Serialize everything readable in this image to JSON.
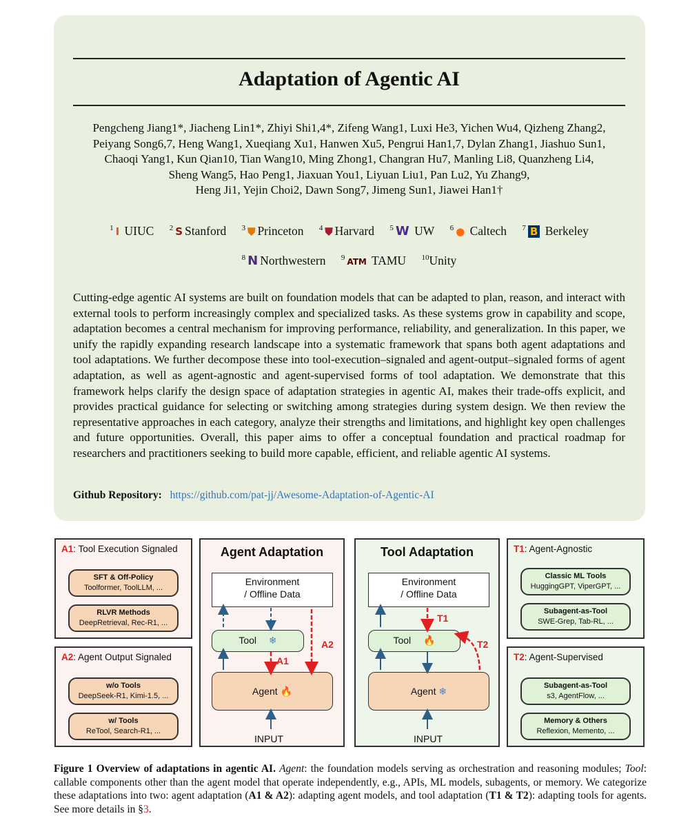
{
  "title": "Adaptation of Agentic AI",
  "authors": [
    "Pengcheng Jiang1*, Jiacheng Lin1*, Zhiyi Shi1,4*, Zifeng Wang1, Luxi He3, Yichen Wu4, Qizheng Zhang2,",
    "Peiyang Song6,7, Heng Wang1, Xueqiang Xu1, Hanwen Xu5, Pengrui Han1,7, Dylan Zhang1, Jiashuo Sun1,",
    "Chaoqi Yang1, Kun Qian10, Tian Wang10, Ming Zhong1, Changran Hu7, Manling Li8, Quanzheng Li4,",
    "Sheng Wang5, Hao Peng1, Jiaxuan You1, Liyuan Liu1, Pan Lu2, Yu Zhang9,",
    "Heng Ji1, Yejin Choi2, Dawn Song7, Jimeng Sun1, Jiawei Han1†"
  ],
  "affiliations": [
    {
      "num": "1",
      "name": "UIUC",
      "logo": "I",
      "color": "#e2581e"
    },
    {
      "num": "2",
      "name": "Stanford",
      "logo": "S",
      "color": "#8c1515"
    },
    {
      "num": "3",
      "name": "Princeton",
      "logo": "⛊",
      "color": "#e07b00"
    },
    {
      "num": "4",
      "name": "Harvard",
      "logo": "⛊",
      "color": "#a51c30"
    },
    {
      "num": "5",
      "name": "UW",
      "logo": "W",
      "color": "#4b2e83"
    },
    {
      "num": "6",
      "name": "Caltech",
      "logo": "●",
      "color": "#ff6c0c"
    },
    {
      "num": "7",
      "name": "Berkeley",
      "logo": "B",
      "color": "#003262"
    },
    {
      "num": "8",
      "name": "Northwestern",
      "logo": "N",
      "color": "#4e2a84"
    },
    {
      "num": "9",
      "name": "TAMU",
      "logo": "ATM",
      "color": "#500000"
    },
    {
      "num": "10",
      "name": "Unity",
      "logo": "",
      "color": "#000000"
    }
  ],
  "abstract": "Cutting-edge agentic AI systems are built on foundation models that can be adapted to plan, reason, and interact with external tools to perform increasingly complex and specialized tasks. As these systems grow in capability and scope, adaptation becomes a central mechanism for improving performance, reliability, and generalization. In this paper, we unify the rapidly expanding research landscape into a systematic framework that spans both agent adaptations and tool adaptations. We further decompose these into tool-execution–signaled and agent-output–signaled forms of agent adaptation, as well as agent-agnostic and agent-supervised forms of tool adaptation. We demonstrate that this framework helps clarify the design space of adaptation strategies in agentic AI, makes their trade-offs explicit, and provides practical guidance for selecting or switching among strategies during system design. We then review the representative approaches in each category, analyze their strengths and limitations, and highlight key open challenges and future opportunities. Overall, this paper aims to offer a conceptual foundation and practical roadmap for researchers and practitioners seeking to build more capable, efficient, and reliable agentic AI systems.",
  "github": {
    "label": "Github Repository:",
    "url": "https://github.com/pat-jj/Awesome-Adaptation-of-Agentic-AI"
  },
  "figure": {
    "a1": {
      "tag": "A1",
      "text": ": Tool Execution Signaled",
      "pills": [
        {
          "title": "SFT & Off-Policy",
          "sub": "Toolformer, ToolLLM, ..."
        },
        {
          "title": "RLVR Methods",
          "sub": "DeepRetrieval, Rec-R1, ..."
        }
      ]
    },
    "a2": {
      "tag": "A2",
      "text": ": Agent Output Signaled",
      "pills": [
        {
          "title": "w/o Tools",
          "sub": "DeepSeek-R1, Kimi-1.5, ..."
        },
        {
          "title": "w/ Tools",
          "sub": "ReTool, Search-R1, ..."
        }
      ]
    },
    "agent_adaptation": {
      "title": "Agent Adaptation",
      "env": [
        "Environment",
        "/ Offline Data"
      ],
      "tool": "Tool",
      "agent": "Agent",
      "input": "INPUT",
      "l1": "A1",
      "l2": "A2"
    },
    "tool_adaptation": {
      "title": "Tool Adaptation",
      "env": [
        "Environment",
        "/ Offline Data"
      ],
      "tool": "Tool",
      "agent": "Agent",
      "input": "INPUT",
      "l1": "T1",
      "l2": "T2"
    },
    "t1": {
      "tag": "T1",
      "text": ": Agent-Agnostic",
      "pills": [
        {
          "title": "Classic ML Tools",
          "sub": "HuggingGPT, ViperGPT, ..."
        },
        {
          "title": "Subagent-as-Tool",
          "sub": "SWE-Grep, Tab-RL, ..."
        }
      ]
    },
    "t2": {
      "tag": "T2",
      "text": ": Agent-Supervised",
      "pills": [
        {
          "title": "Subagent-as-Tool",
          "sub": "s3, AgentFlow, ..."
        },
        {
          "title": "Memory & Others",
          "sub": "Reflexion, Memento, ..."
        }
      ]
    }
  },
  "caption": {
    "label": "Figure 1  Overview of adaptations in agentic AI.",
    "part1_italic": "Agent",
    "part1": ": the foundation models serving as orchestration and reasoning modules; ",
    "part2_italic": "Tool",
    "part2": ": callable components other than the agent model that operate independently, e.g., APIs, ML models, subagents, or memory. We categorize these adaptations into two: agent adaptation (",
    "a_bold": "A1 & A2",
    "part3": "): adapting agent models, and tool adaptation (",
    "t_bold": "T1 & T2",
    "part4": "): adapting tools for agents. See more details in §",
    "ref": "3",
    "end": "."
  },
  "colors": {
    "accent_red": "#e02020",
    "arrow_blue": "#2c5f8a",
    "link": "#3a72b5",
    "card_bg": "#eaf0e0"
  }
}
